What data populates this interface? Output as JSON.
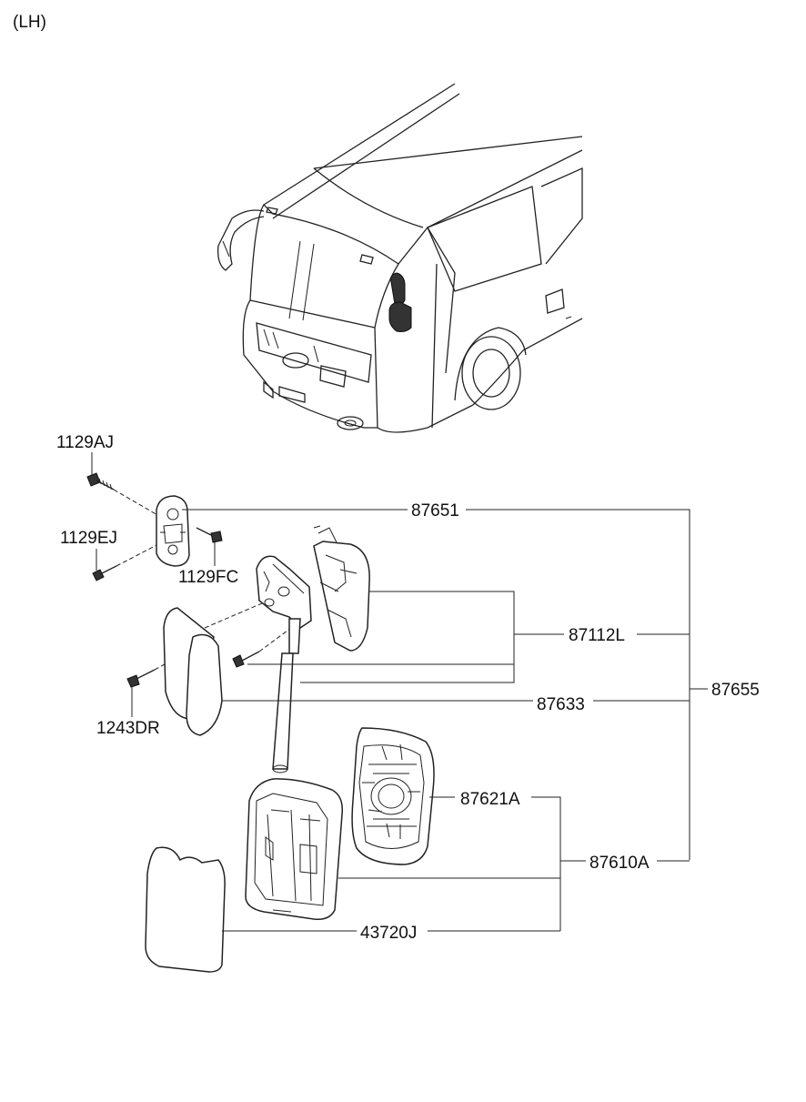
{
  "side": "(LH)",
  "labels": {
    "p1129AJ": "1129AJ",
    "p1129EJ": "1129EJ",
    "p1129FC": "1129FC",
    "p1243DR": "1243DR",
    "p87651": "87651",
    "p87112L": "87112L",
    "p87633": "87633",
    "p87655": "87655",
    "p87621A": "87621A",
    "p87610A": "87610A",
    "p43720J": "43720J"
  }
}
